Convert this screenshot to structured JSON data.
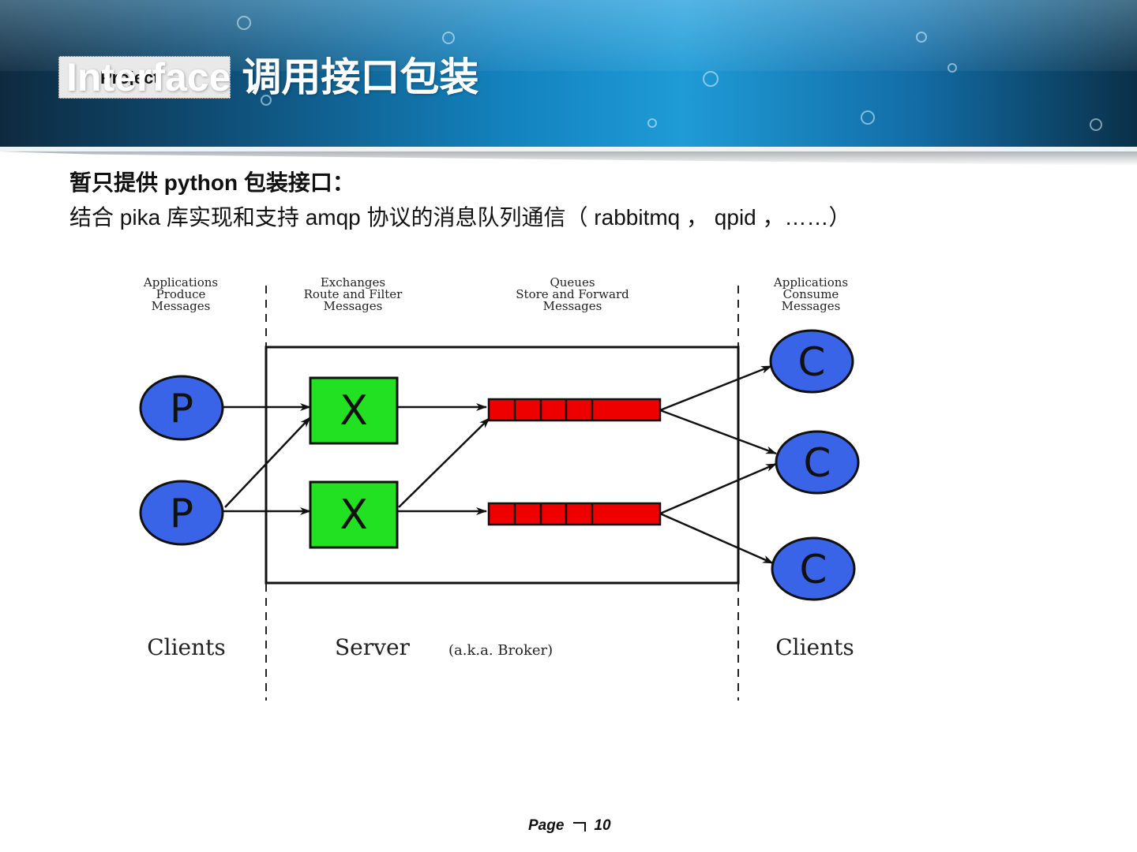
{
  "header": {
    "project_tag": "Project",
    "title": "Interface 调用接口包装"
  },
  "body": {
    "line1": "暂只提供 python 包装接口：",
    "line2": "结合 pika 库实现和支持 amqp 协议的消息队列通信（ rabbitmq ， qpid ，……）"
  },
  "diagram": {
    "columns": [
      {
        "line1": "Applications",
        "line2": "Produce",
        "line3": "Messages"
      },
      {
        "line1": "Exchanges",
        "line2": "Route and Filter",
        "line3": "Messages"
      },
      {
        "line1": "Queues",
        "line2": "Store and Forward",
        "line3": "Messages"
      },
      {
        "line1": "Applications",
        "line2": "Consume",
        "line3": "Messages"
      }
    ],
    "producer_label": "P",
    "exchange_label": "X",
    "consumer_label": "C",
    "clients_left": "Clients",
    "server": "Server",
    "server_note": "(a.k.a. Broker)",
    "clients_right": "Clients",
    "colors": {
      "producer": "#3a64e8",
      "exchange": "#22e022",
      "queue": "#ee0000",
      "consumer": "#3a64e8"
    }
  },
  "footer": {
    "page_label": "Page",
    "page_number": "10"
  }
}
